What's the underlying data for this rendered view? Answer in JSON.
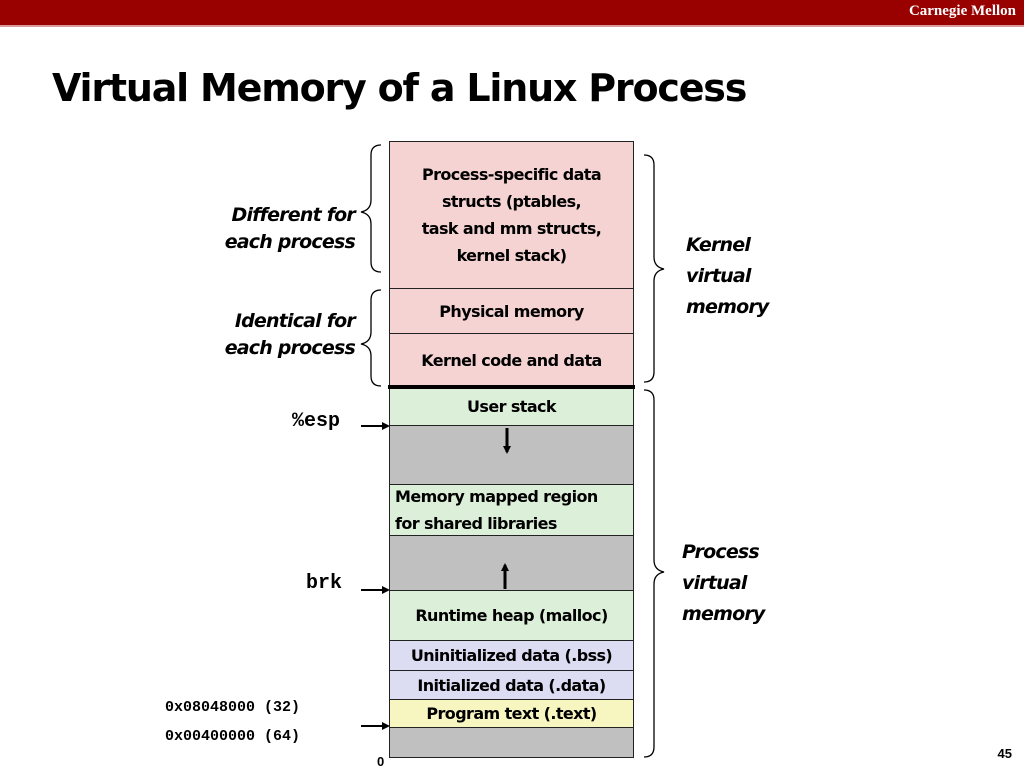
{
  "header": {
    "brand": "Carnegie Mellon",
    "bar_color": "#990000"
  },
  "title": "Virtual Memory of a Linux Process",
  "memory_layout": {
    "segments": [
      {
        "id": "process-specific",
        "label": "Process-specific data\nstructs  (ptables,\ntask and mm structs,\nkernel stack)",
        "color": "#f5d3d3"
      },
      {
        "id": "physical-memory",
        "label": "Physical memory",
        "color": "#f5d3d3"
      },
      {
        "id": "kernel-code",
        "label": "Kernel code and data",
        "color": "#f5d3d3"
      },
      {
        "id": "user-stack",
        "label": "User stack",
        "color": "#dcefd8"
      },
      {
        "id": "gap-stack",
        "label": "",
        "color": "#c0c0c0",
        "arrow": "down"
      },
      {
        "id": "mmap-region",
        "label": "Memory mapped region\n for shared libraries",
        "color": "#dcefd8"
      },
      {
        "id": "gap-heap",
        "label": "",
        "color": "#c0c0c0",
        "arrow": "up"
      },
      {
        "id": "runtime-heap",
        "label": "Runtime heap (malloc)",
        "color": "#dcefd8"
      },
      {
        "id": "bss",
        "label": "Uninitialized data (.bss)",
        "color": "#dcdcf2"
      },
      {
        "id": "data",
        "label": "Initialized data (.data)",
        "color": "#dcdcf2"
      },
      {
        "id": "text",
        "label": "Program text (.text)",
        "color": "#f7f5c0"
      },
      {
        "id": "bottom-unused",
        "label": "",
        "color": "#c0c0c0"
      }
    ]
  },
  "left_labels": {
    "different": "Different for\neach process",
    "identical": "Identical  for\neach process"
  },
  "right_labels": {
    "kernel": "Kernel\nvirtual\nmemory",
    "process": "Process\nvirtual\nmemory"
  },
  "pointers": {
    "esp": "%esp",
    "brk": "brk",
    "addr32": "0x08048000 (32)",
    "addr64": "0x00400000 (64)",
    "zero": "0"
  },
  "page_number": "45"
}
